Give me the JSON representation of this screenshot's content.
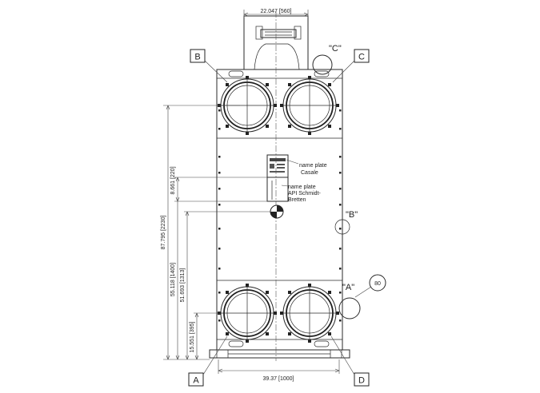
{
  "dimensions": {
    "top_width": "22.047 [560]",
    "bottom_width": "39.37 [1000]",
    "overall_height": "87.795 [2230]",
    "nameplate_offset": "8.661 [220]",
    "upper_height_a": "55.118 [1400]",
    "upper_height_b": "51.693 [1313]",
    "lower_port_height": "15.551 [395]"
  },
  "corner_labels": {
    "a": "A",
    "b": "B",
    "c": "C",
    "d": "D"
  },
  "view_marks": {
    "c_mark": "\"C\"",
    "b_mark": "\"B\"",
    "a_mark": "\"A\"",
    "callout_80": "80"
  },
  "notes": {
    "nameplate_casale_1": "name plate",
    "nameplate_casale_2": "Casale",
    "nameplate_api_1": "name plate",
    "nameplate_api_2": "API Schmidt-",
    "nameplate_api_3": "Bretten"
  }
}
